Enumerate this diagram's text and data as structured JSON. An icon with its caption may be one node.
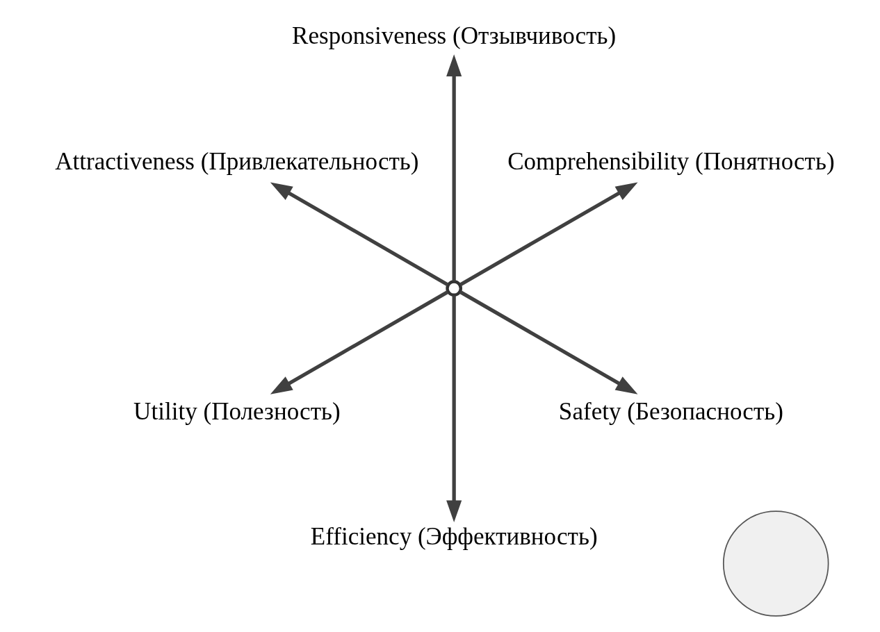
{
  "diagram": {
    "nodes": [
      {
        "text": [],
        "shape": "circle"
      },
      {
        "text": [],
        "shape": "circle"
      },
      {
        "text": [
          "Comprehensibility (Понятность)"
        ]
      },
      {
        "text": [
          "Responsiveness (Отзывчивость)"
        ]
      },
      {
        "text": [
          "Attractiveness (Привлекательность)"
        ]
      },
      {
        "text": [
          "Utility (Полезность)"
        ]
      },
      {
        "text": [
          "Efficiency (Эффективность)"
        ]
      },
      {
        "text": [
          "Safety (Безопасность)"
        ]
      }
    ],
    "edges": [
      {
        "from": 1,
        "to": 2,
        "arrow": "to"
      },
      {
        "from": 1,
        "to": 4,
        "arrow": "to"
      },
      {
        "from": 1,
        "to": 5,
        "arrow": "to"
      },
      {
        "from": 1,
        "to": 7,
        "arrow": "to"
      },
      {
        "from": 1,
        "to": 6,
        "arrow": "to"
      },
      {
        "from": 1,
        "to": 3,
        "arrow": "to"
      }
    ]
  }
}
